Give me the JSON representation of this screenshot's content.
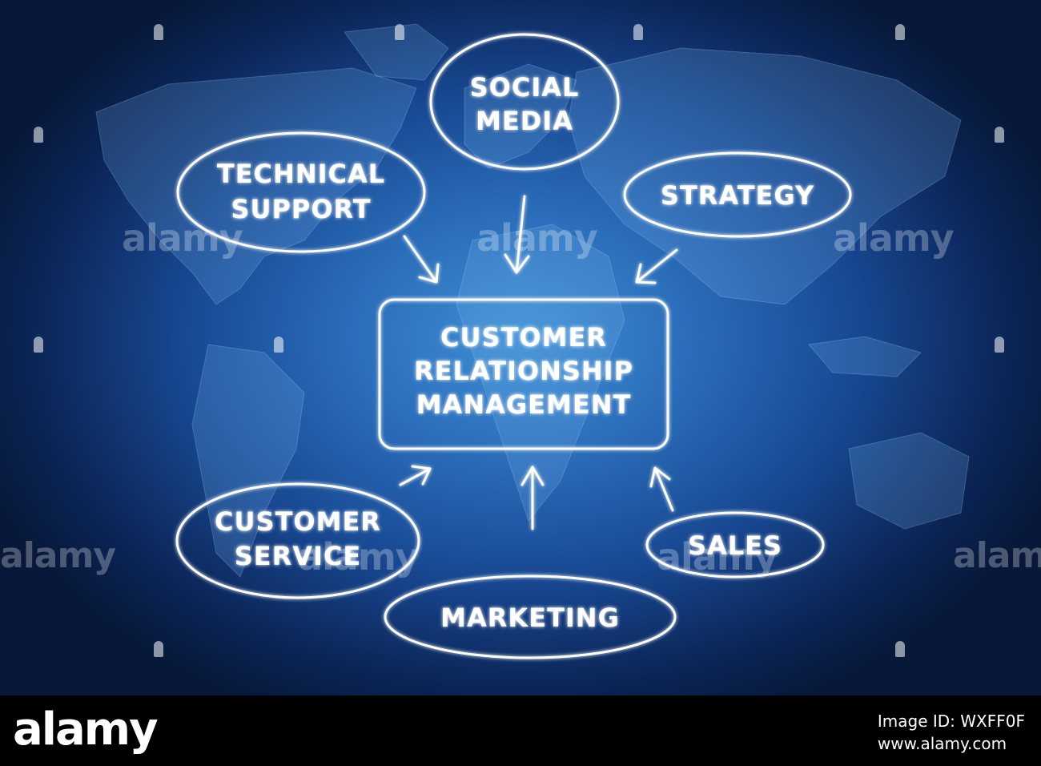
{
  "diagram": {
    "center": [
      "CUSTOMER",
      "RELATIONSHIP",
      "MANAGEMENT"
    ],
    "nodes": {
      "social_media": [
        "SOCIAL",
        "MEDIA"
      ],
      "technical_support": [
        "TECHNICAL",
        "SUPPORT"
      ],
      "strategy": [
        "STRATEGY"
      ],
      "customer_service": [
        "CUSTOMER",
        "SERVICE"
      ],
      "marketing": [
        "MARKETING"
      ],
      "sales": [
        "SALES"
      ]
    }
  },
  "watermark": {
    "text": "alamy",
    "side_text": "alamy"
  },
  "footer": {
    "brand": "alamy",
    "image_id_line": "Image ID: WXFF0F",
    "site": "www.alamy.com"
  },
  "colors": {
    "stroke": "#ffffff",
    "background_center": "#3f8fd4",
    "background_edge": "#071838"
  }
}
